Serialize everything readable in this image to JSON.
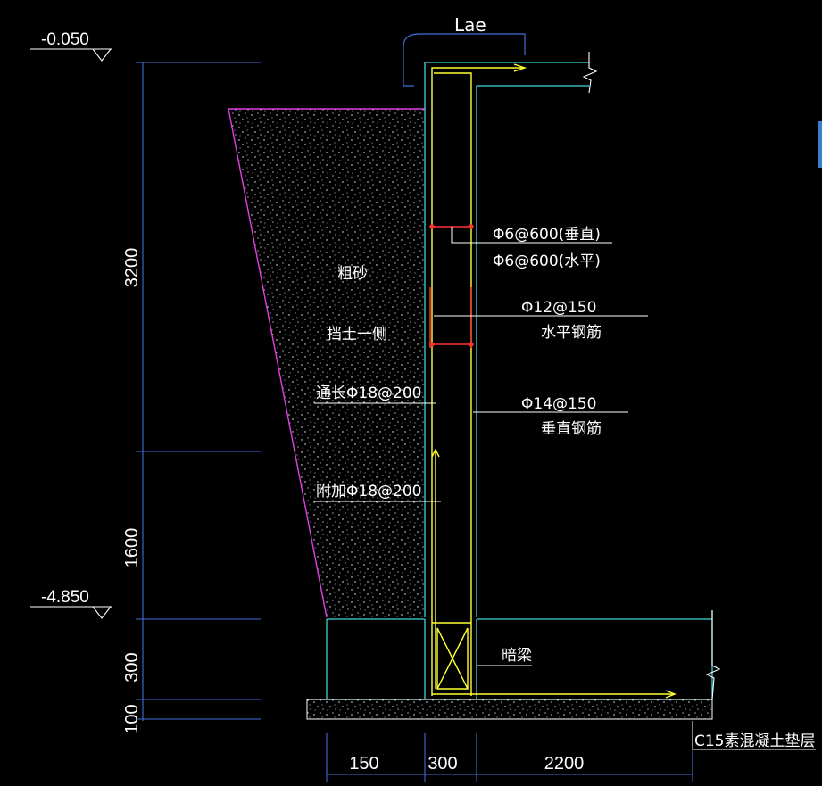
{
  "colors": {
    "background": "#000000",
    "concrete_outline": "#3fd6d6",
    "rebar": "#ffff33",
    "rebar_tie": "#ff3333",
    "dimension": "#3f6fd8",
    "slope": "#e040e0",
    "leader": "#ffffff",
    "blade_cutline": "#ffffff",
    "scrollbar": "#3c7fc8"
  },
  "elevations": {
    "top": "-0.050",
    "bottom": "-4.850"
  },
  "dimensions": {
    "vertical": [
      "3200",
      "1600",
      "300",
      "100"
    ],
    "horizontal": [
      "150",
      "300",
      "2200"
    ]
  },
  "labels": {
    "lae": "Lae",
    "fill_material": "粗砂",
    "retaining_side": "挡土一侧",
    "tie_vertical": "Φ6@600(垂直)",
    "tie_horizontal": "Φ6@600(水平)",
    "horizontal_bar_spec": "Φ12@150",
    "horizontal_bar_name": "水平钢筋",
    "continuous_bar": "通长Φ18@200",
    "vertical_bar_spec": "Φ14@150",
    "vertical_bar_name": "垂直钢筋",
    "additional_bar": "附加Φ18@200",
    "hidden_beam": "暗梁",
    "cushion": "C15素混凝土垫层"
  },
  "icons": {
    "elevation_marker": "triangle-elevation-icon",
    "break_line": "zigzag-break-icon"
  }
}
